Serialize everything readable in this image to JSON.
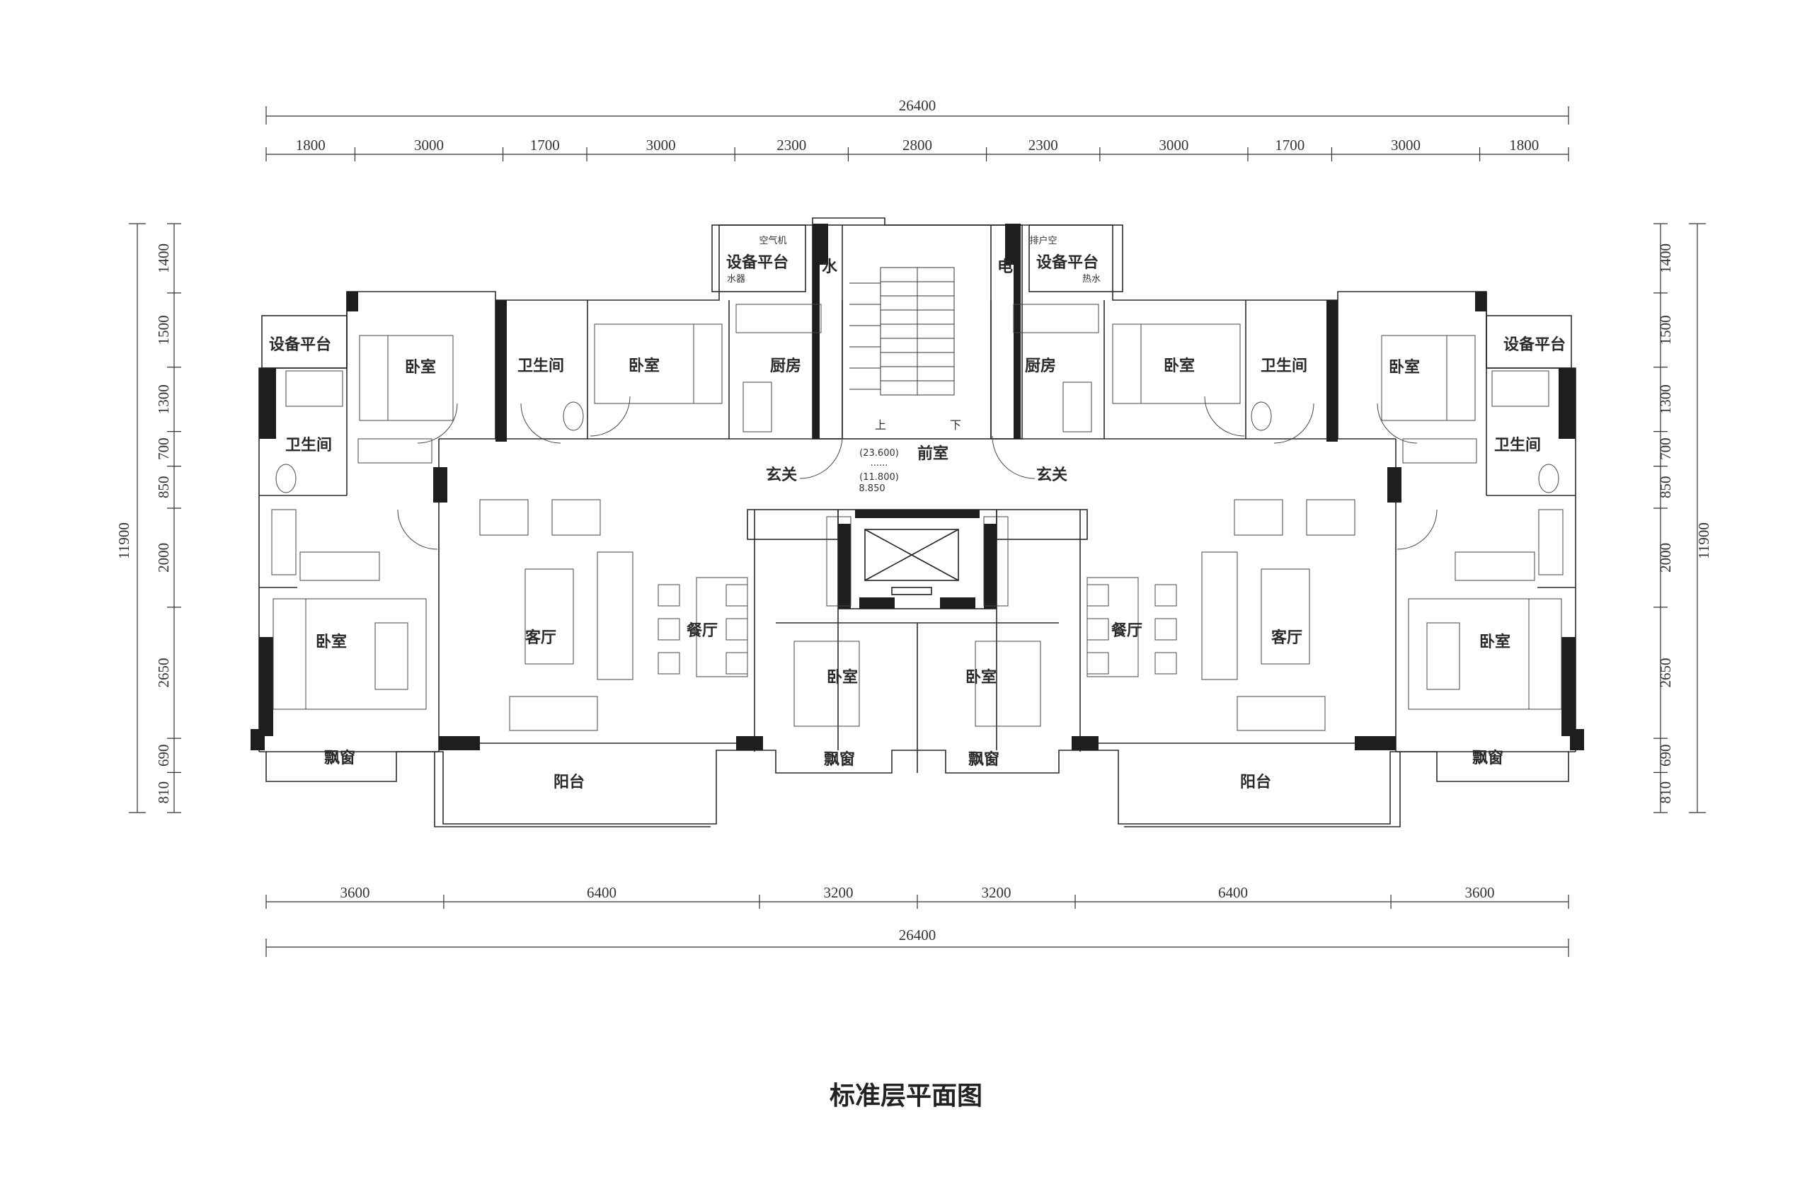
{
  "title": "标准层平面图",
  "dimensions": {
    "top_total": "26400",
    "top_segments": [
      "1800",
      "3000",
      "1700",
      "3000",
      "2300",
      "2800",
      "2300",
      "3000",
      "1700",
      "3000",
      "1800"
    ],
    "bottom_segments": [
      "3600",
      "6400",
      "3200",
      "3200",
      "6400",
      "3600"
    ],
    "bottom_total": "26400",
    "left_total": "11900",
    "left_segments": [
      "1400",
      "1500",
      "1300",
      "700",
      "850",
      "2000",
      "2650",
      "690",
      "810"
    ],
    "right_total": "11900",
    "right_segments": [
      "1400",
      "1500",
      "1300",
      "700",
      "850",
      "2000",
      "2650",
      "690",
      "810"
    ]
  },
  "rooms": {
    "equipment_platform": "设备平台",
    "water": "水",
    "electric": "电",
    "bedroom": "卧室",
    "bathroom": "卫生间",
    "kitchen": "厨房",
    "foyer": "玄关",
    "front_room": "前室",
    "living_room": "客厅",
    "dining_room": "餐厅",
    "bay_window": "飘窗",
    "balcony": "阳台"
  },
  "stair": {
    "up": "上",
    "down": "下"
  },
  "elevations": [
    "(23.600)",
    "......",
    "(11.800)",
    "8.850"
  ],
  "equipment_labels": {
    "ac_unit_left": "空气机",
    "water_left": "水器",
    "ac_unit_right": "排户空",
    "water_right": "热水"
  }
}
